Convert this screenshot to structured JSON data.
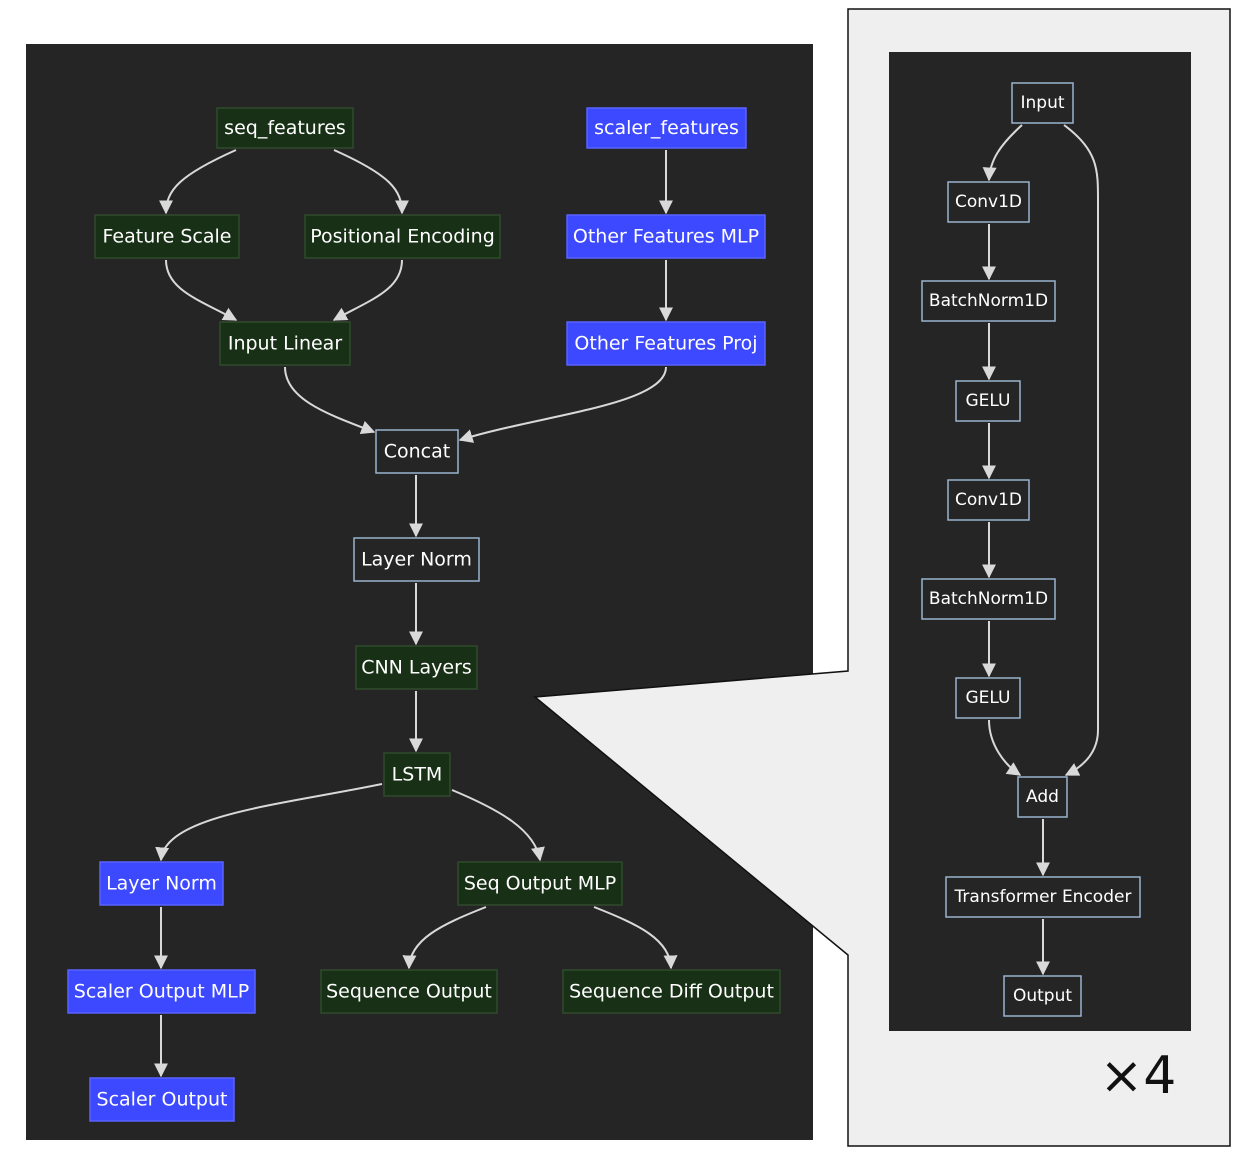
{
  "colors": {
    "canvas": "#252525",
    "green_fill": "#183016",
    "green_stroke": "#2f4a2c",
    "blue_fill": "#3d49ff",
    "blue_stroke": "#5a63ff",
    "plain_fill": "#252525",
    "plain_stroke": "#9ab3cf",
    "edge": "#d9d9d9",
    "callout": "#efefef",
    "callout_border": "#111111"
  },
  "main_diagram": {
    "nodes": [
      {
        "id": "seq_features",
        "label": "seq_features",
        "style": "green"
      },
      {
        "id": "scaler_features",
        "label": "scaler_features",
        "style": "blue"
      },
      {
        "id": "feature_scale",
        "label": "Feature Scale",
        "style": "green"
      },
      {
        "id": "positional_encoding",
        "label": "Positional Encoding",
        "style": "green"
      },
      {
        "id": "other_features_mlp",
        "label": "Other Features MLP",
        "style": "blue"
      },
      {
        "id": "input_linear",
        "label": "Input Linear",
        "style": "green"
      },
      {
        "id": "other_features_proj",
        "label": "Other Features Proj",
        "style": "blue"
      },
      {
        "id": "concat",
        "label": "Concat",
        "style": "plain"
      },
      {
        "id": "layer_norm",
        "label": "Layer Norm",
        "style": "plain"
      },
      {
        "id": "cnn_layers",
        "label": "CNN Layers",
        "style": "green"
      },
      {
        "id": "lstm",
        "label": "LSTM",
        "style": "green"
      },
      {
        "id": "layer_norm_out",
        "label": "Layer Norm",
        "style": "blue"
      },
      {
        "id": "seq_output_mlp",
        "label": "Seq Output MLP",
        "style": "green"
      },
      {
        "id": "scaler_output_mlp",
        "label": "Scaler Output MLP",
        "style": "blue"
      },
      {
        "id": "sequence_output",
        "label": "Sequence Output",
        "style": "green"
      },
      {
        "id": "sequence_diff_output",
        "label": "Sequence Diff Output",
        "style": "green"
      },
      {
        "id": "scaler_output",
        "label": "Scaler Output",
        "style": "blue"
      }
    ],
    "edges": [
      {
        "from": "seq_features",
        "to": "feature_scale"
      },
      {
        "from": "seq_features",
        "to": "positional_encoding"
      },
      {
        "from": "scaler_features",
        "to": "other_features_mlp"
      },
      {
        "from": "feature_scale",
        "to": "input_linear"
      },
      {
        "from": "positional_encoding",
        "to": "input_linear"
      },
      {
        "from": "other_features_mlp",
        "to": "other_features_proj"
      },
      {
        "from": "input_linear",
        "to": "concat"
      },
      {
        "from": "other_features_proj",
        "to": "concat"
      },
      {
        "from": "concat",
        "to": "layer_norm"
      },
      {
        "from": "layer_norm",
        "to": "cnn_layers"
      },
      {
        "from": "cnn_layers",
        "to": "lstm"
      },
      {
        "from": "lstm",
        "to": "layer_norm_out"
      },
      {
        "from": "lstm",
        "to": "seq_output_mlp"
      },
      {
        "from": "layer_norm_out",
        "to": "scaler_output_mlp"
      },
      {
        "from": "scaler_output_mlp",
        "to": "scaler_output"
      },
      {
        "from": "seq_output_mlp",
        "to": "sequence_output"
      },
      {
        "from": "seq_output_mlp",
        "to": "sequence_diff_output"
      }
    ]
  },
  "detail_diagram": {
    "nodes": [
      {
        "id": "d_input",
        "label": "Input"
      },
      {
        "id": "d_conv1",
        "label": "Conv1D"
      },
      {
        "id": "d_bn1",
        "label": "BatchNorm1D"
      },
      {
        "id": "d_gelu1",
        "label": "GELU"
      },
      {
        "id": "d_conv2",
        "label": "Conv1D"
      },
      {
        "id": "d_bn2",
        "label": "BatchNorm1D"
      },
      {
        "id": "d_gelu2",
        "label": "GELU"
      },
      {
        "id": "d_add",
        "label": "Add"
      },
      {
        "id": "d_transformer",
        "label": "Transformer Encoder"
      },
      {
        "id": "d_output",
        "label": "Output"
      }
    ],
    "edges": [
      {
        "from": "d_input",
        "to": "d_conv1"
      },
      {
        "from": "d_conv1",
        "to": "d_bn1"
      },
      {
        "from": "d_bn1",
        "to": "d_gelu1"
      },
      {
        "from": "d_gelu1",
        "to": "d_conv2"
      },
      {
        "from": "d_conv2",
        "to": "d_bn2"
      },
      {
        "from": "d_bn2",
        "to": "d_gelu2"
      },
      {
        "from": "d_gelu2",
        "to": "d_add"
      },
      {
        "from": "d_input",
        "to": "d_add"
      },
      {
        "from": "d_add",
        "to": "d_transformer"
      },
      {
        "from": "d_transformer",
        "to": "d_output"
      }
    ],
    "repeat_label": "×4"
  }
}
